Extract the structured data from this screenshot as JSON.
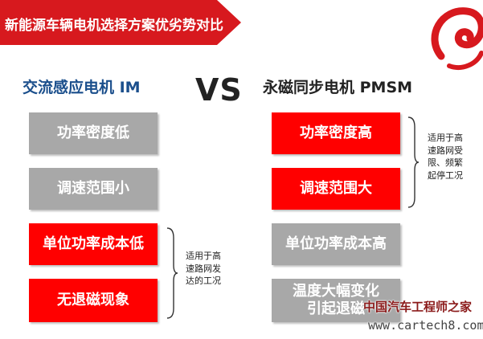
{
  "title": "新能源车辆电机选择方案优劣势对比",
  "left": {
    "heading": "交流感应电机 IM",
    "items": [
      "功率密度低",
      "调速范围小",
      "单位功率成本低",
      "无退磁现象"
    ],
    "note": "适用于高\n速路网发\n达的工况"
  },
  "vs": "VS",
  "right": {
    "heading": "永磁同步电机 PMSM",
    "items": [
      "功率密度高",
      "调速范围大",
      "单位功率成本高",
      "温度大幅变化\n引起退磁"
    ],
    "note": "适用于高\n速路网受\n限、频繁\n起停工况"
  },
  "watermark": {
    "name": "中国汽车工程师之家",
    "url": "www.cartech8.com"
  },
  "colors": {
    "banner": "#d7191e",
    "highlight": "#ff0000",
    "neutral": "#a8a8a8",
    "left_heading": "#1b4f8c"
  }
}
